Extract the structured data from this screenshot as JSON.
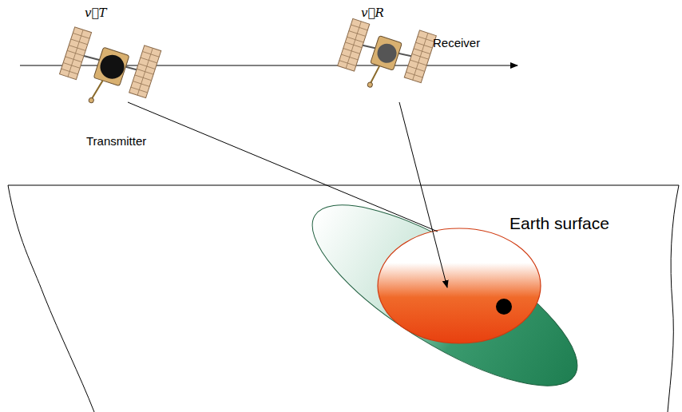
{
  "diagram": {
    "labels": [
      "v⃗T",
      "v⃗R",
      "Transmitter",
      "Receiver",
      "Earth surface"
    ]
  }
}
